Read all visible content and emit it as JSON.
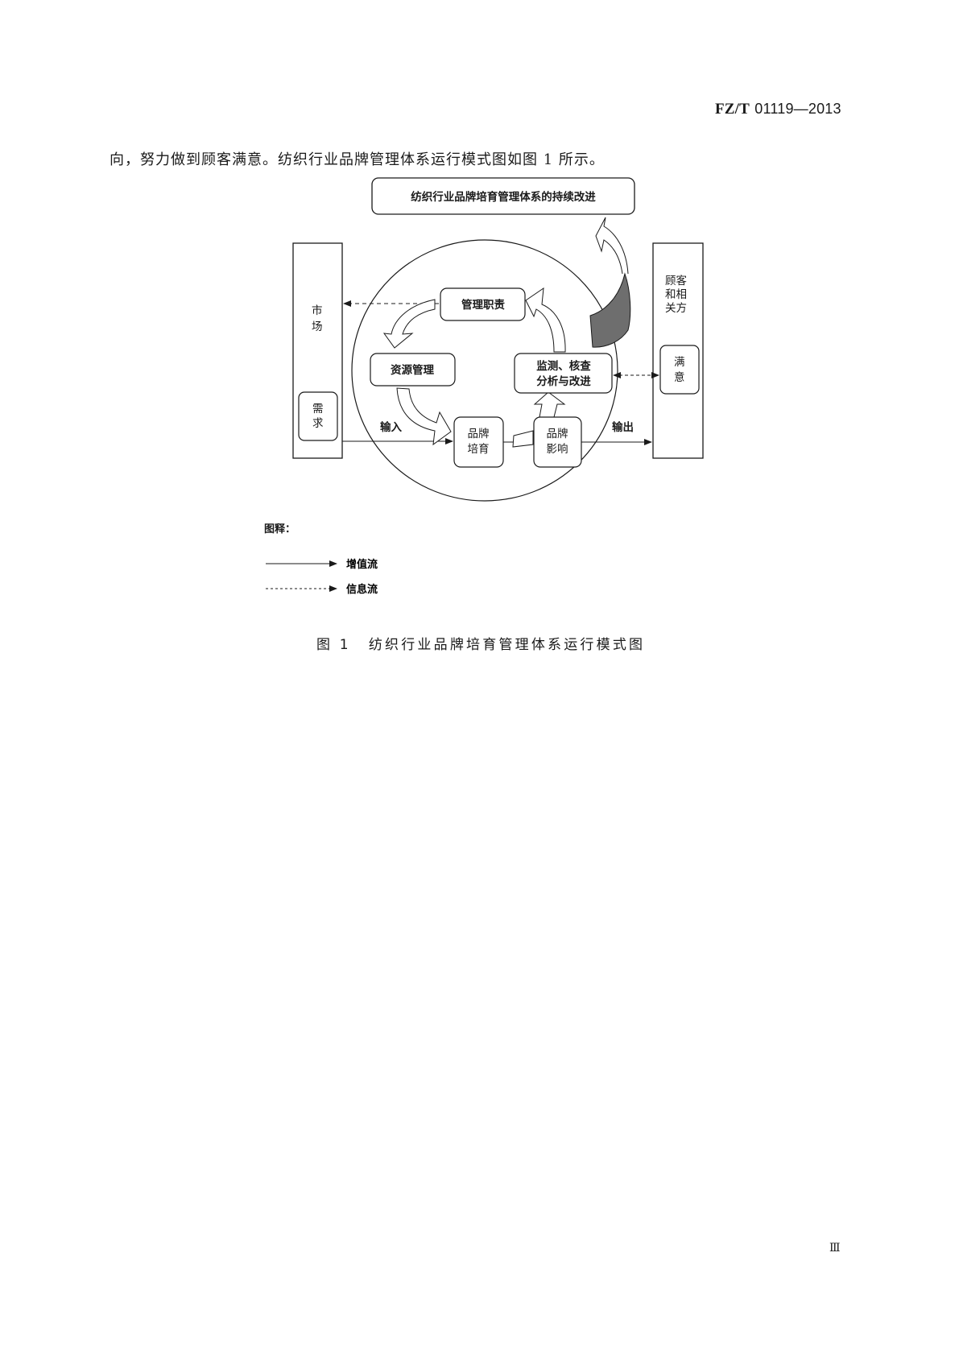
{
  "header": {
    "standard_prefix": "FZ/T",
    "standard_number": "01119—2013"
  },
  "body": {
    "paragraph_tail": "向，努力做到顾客满意。纺织行业品牌管理体系运行模式图如图 1 所示。"
  },
  "diagram": {
    "top_box": "纺织行业品牌培育管理体系的持续改进",
    "left_bar": {
      "label_line1": "市",
      "label_line2": "场",
      "inner_box": {
        "line1": "需",
        "line2": "求"
      }
    },
    "right_bar": {
      "label_line1": "顾客",
      "label_line2": "和相",
      "label_line3": "关方",
      "inner_box": {
        "line1": "满",
        "line2": "意"
      }
    },
    "nodes": {
      "management_responsibility": "管理职责",
      "resource_management": "资源管理",
      "monitoring_line1": "监测、核查",
      "monitoring_line2": "分析与改进",
      "brand_cultivation_line1": "品牌",
      "brand_cultivation_line2": "培育",
      "brand_influence_line1": "品牌",
      "brand_influence_line2": "影响"
    },
    "flow_labels": {
      "input": "输入",
      "output": "输出"
    },
    "colors": {
      "stroke": "#1a1a1a",
      "feedback_fill": "#6e6e6e",
      "background": "#ffffff"
    }
  },
  "legend": {
    "title": "图释：",
    "items": [
      {
        "style": "solid",
        "label": "增值流"
      },
      {
        "style": "dashed",
        "label": "信息流"
      }
    ]
  },
  "caption": {
    "figure_number": "图 1",
    "title": "纺织行业品牌培育管理体系运行模式图"
  },
  "footer": {
    "page_number": "Ⅲ"
  }
}
